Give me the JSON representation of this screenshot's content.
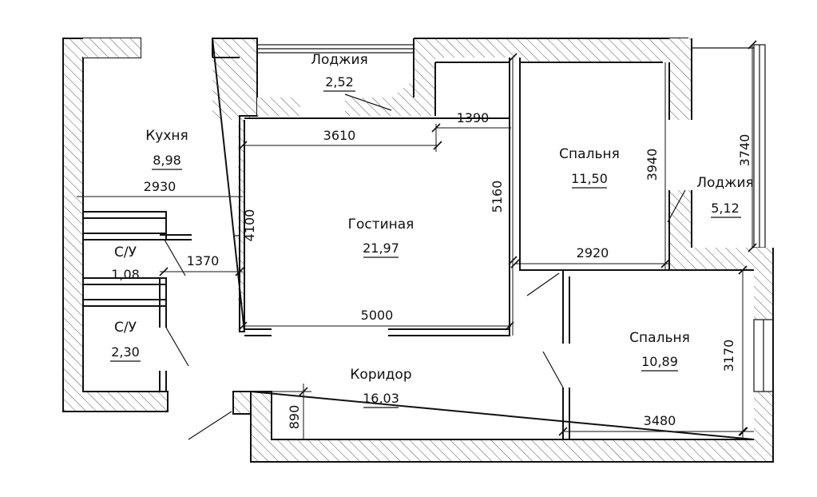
{
  "rooms": {
    "kitchen": {
      "name": "Кухня",
      "area": "8,98"
    },
    "living": {
      "name": "Гостиная",
      "area": "21,97"
    },
    "bedroom_1": {
      "name": "Спальня",
      "area": "11,50"
    },
    "bedroom_2": {
      "name": "Спальня",
      "area": "10,89"
    },
    "corridor": {
      "name": "Коридор",
      "area": "16,03"
    },
    "bath_1": {
      "name": "С/У",
      "area": "1,08"
    },
    "bath_2": {
      "name": "С/У",
      "area": "2,30"
    },
    "loggia_top": {
      "name": "Лоджия",
      "area": "2,52"
    },
    "loggia_right": {
      "name": "Лоджия",
      "area": "5,12"
    }
  },
  "dimensions": {
    "kitchen_width": "2930",
    "living_top_width": "3610",
    "living_top_offset": "1390",
    "living_height_left": "4100",
    "living_height_right": "5160",
    "living_bottom_width": "5000",
    "bath_passage": "1370",
    "bedroom1_width": "2920",
    "bedroom1_height": "3940",
    "loggia_right_height": "3740",
    "bedroom2_width": "3480",
    "bedroom2_height": "3170",
    "corridor_niche": "890"
  }
}
